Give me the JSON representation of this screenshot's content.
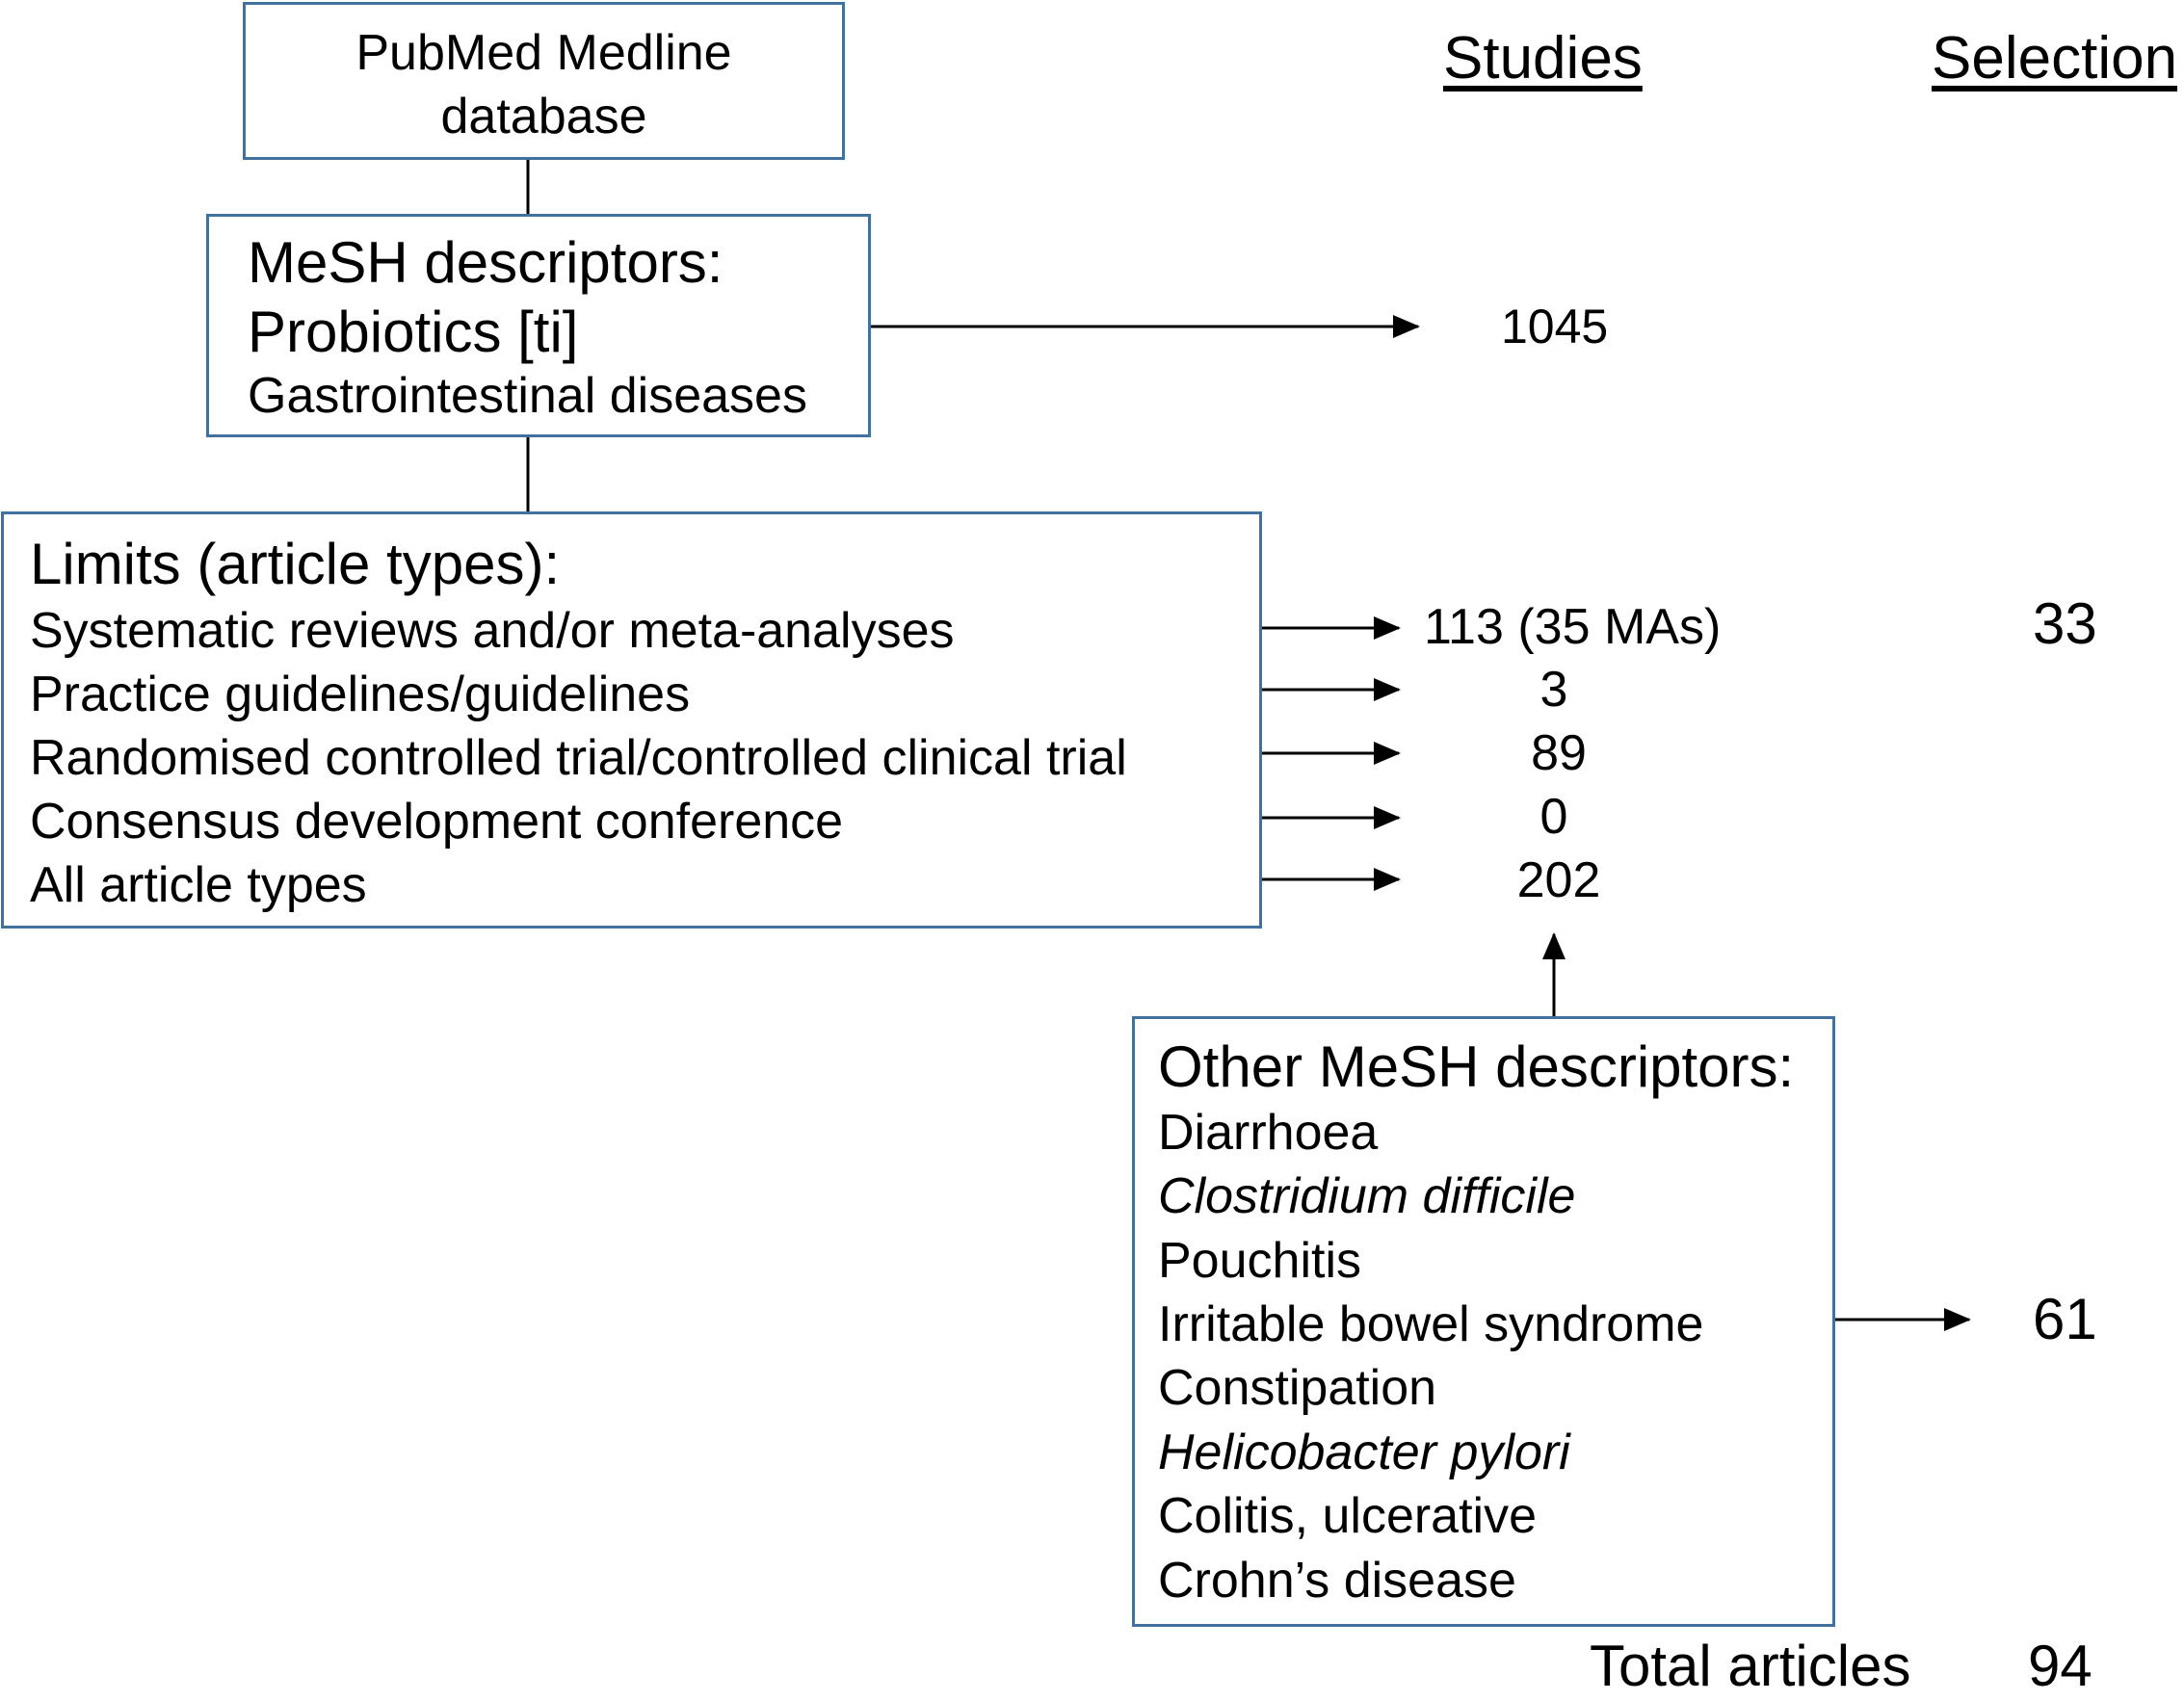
{
  "headers": {
    "studies": "Studies",
    "selection": "Selection"
  },
  "pubmed_box": {
    "line1": "PubMed Medline",
    "line2": "database"
  },
  "mesh_box": {
    "title": "MeSH descriptors:",
    "term1": "Probiotics [ti]",
    "term2": "Gastrointestinal diseases"
  },
  "mesh_count": "1045",
  "limits_box": {
    "title": "Limits (article types):",
    "items": [
      {
        "label": "Systematic reviews and/or meta-analyses",
        "studies": "113 (35 MAs)",
        "selection": "33"
      },
      {
        "label": "Practice guidelines/guidelines",
        "studies": "3"
      },
      {
        "label": "Randomised controlled trial/controlled clinical trial",
        "studies": "89"
      },
      {
        "label": "Consensus development conference",
        "studies": "0"
      },
      {
        "label": "All article types",
        "studies": "202"
      }
    ]
  },
  "other_box": {
    "title": "Other MeSH descriptors:",
    "items": [
      {
        "label": "Diarrhoea"
      },
      {
        "label": "Clostridium difficile"
      },
      {
        "label": "Pouchitis"
      },
      {
        "label": "Irritable bowel syndrome"
      },
      {
        "label": "Constipation"
      },
      {
        "label": "Helicobacter pylori"
      },
      {
        "label": "Colitis, ulcerative"
      },
      {
        "label": "Crohn’s disease"
      }
    ],
    "selection": "61"
  },
  "total": {
    "label": "Total articles",
    "value": "94"
  }
}
